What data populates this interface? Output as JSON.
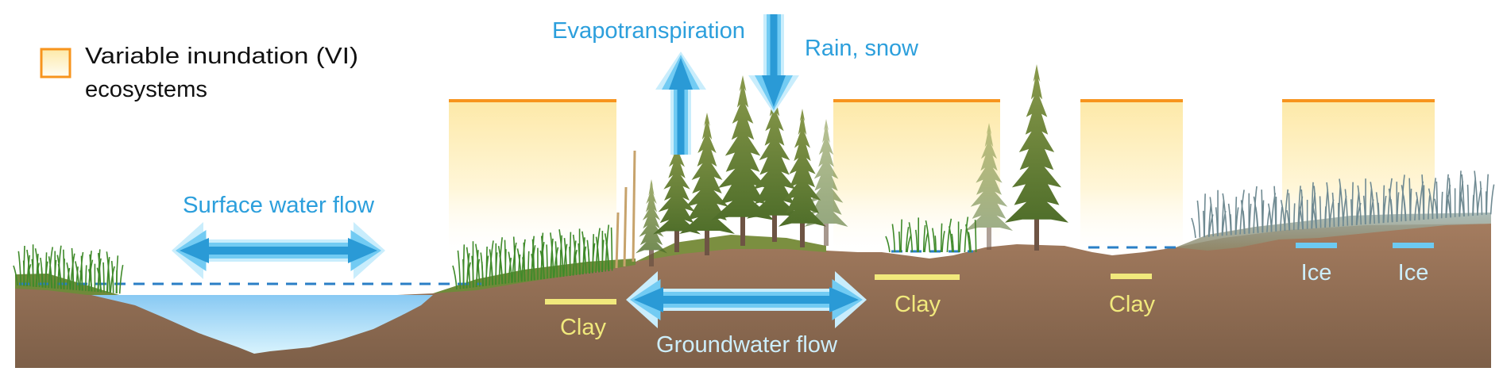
{
  "legend": {
    "line1": "Variable inundation (VI)",
    "line2": "ecosystems",
    "swatch_border": "#f7941d",
    "swatch_fill": "#fdf0c4"
  },
  "labels": {
    "evapotranspiration": "Evapotranspiration",
    "rain_snow": "Rain, snow",
    "surface_water_flow": "Surface water flow",
    "groundwater_flow": "Groundwater flow",
    "clay": [
      "Clay",
      "Clay",
      "Clay"
    ],
    "ice": [
      "Ice",
      "Ice"
    ]
  },
  "colors": {
    "text_blue": "#2c9fdc",
    "arrow_outer": "#c9edfc",
    "arrow_mid": "#72cbf3",
    "arrow_inner": "#2a9ad6",
    "vi_top": "#f7941d",
    "ground_top": "#a47c5f",
    "ground_bottom": "#7d5f48",
    "water_top": "#88c9f3",
    "water_bottom": "#d8f3fd",
    "clay": "#f1e97c",
    "ice": "#6ccaf2",
    "tree": "#6f8a3a",
    "grass": "#3f8a2a"
  }
}
